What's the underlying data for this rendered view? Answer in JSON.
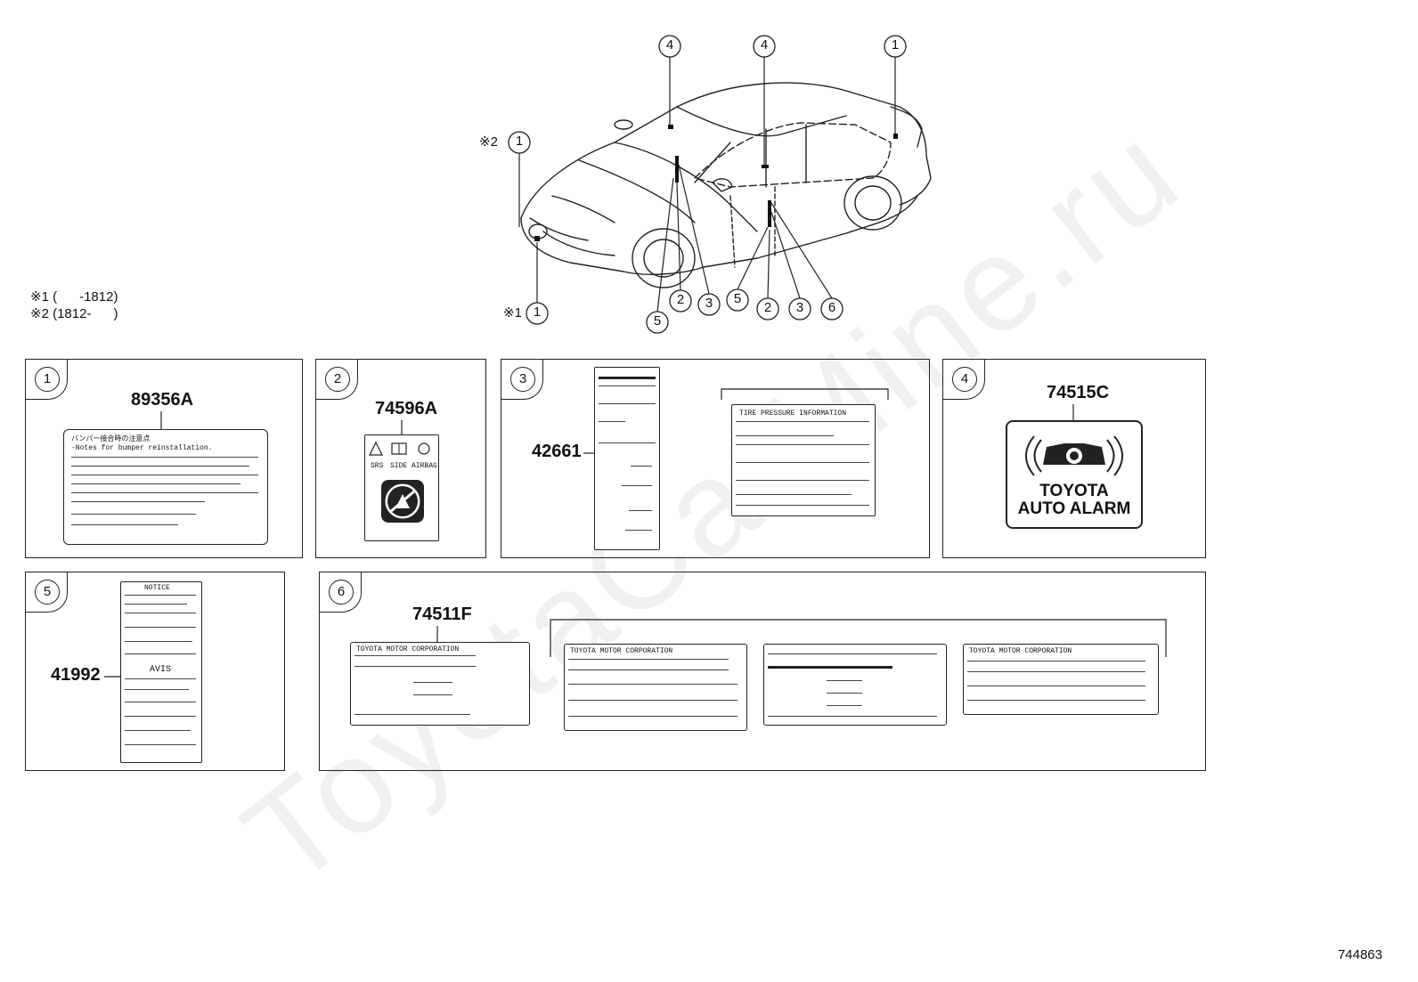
{
  "callouts": [
    "1",
    "2",
    "3",
    "4",
    "5",
    "6"
  ],
  "notes": {
    "mark1_symbol": "※1",
    "mark2_symbol": "※2",
    "note1": "※1 (      -1812)",
    "note2": "※2 (1812-      )"
  },
  "panels": [
    {
      "num": "1",
      "part": "89356A",
      "lines": [
        "バンパー接合時の注意点",
        "-Notes for bumper reinstallation."
      ]
    },
    {
      "num": "2",
      "part": "74596A",
      "lines": [
        "SRS",
        "SIDE",
        "AIRBAG"
      ]
    },
    {
      "num": "3",
      "part": "42661",
      "lines": [
        "TIRE PRESSURE INFORMATION"
      ]
    },
    {
      "num": "4",
      "part": "74515C",
      "lines": [
        "TOYOTA",
        "AUTO ALARM"
      ]
    },
    {
      "num": "5",
      "part": "41992",
      "lines": [
        "NOTICE",
        "AVIS"
      ]
    },
    {
      "num": "6",
      "part": "74511F",
      "lines": [
        "TOYOTA MOTOR CORPORATION",
        "TOYOTA MOTOR CORPORATION",
        "TOYOTA MOTOR CORPORATION"
      ]
    }
  ],
  "watermark": "ToyotaCarMine.ru",
  "doc_id": "744863"
}
